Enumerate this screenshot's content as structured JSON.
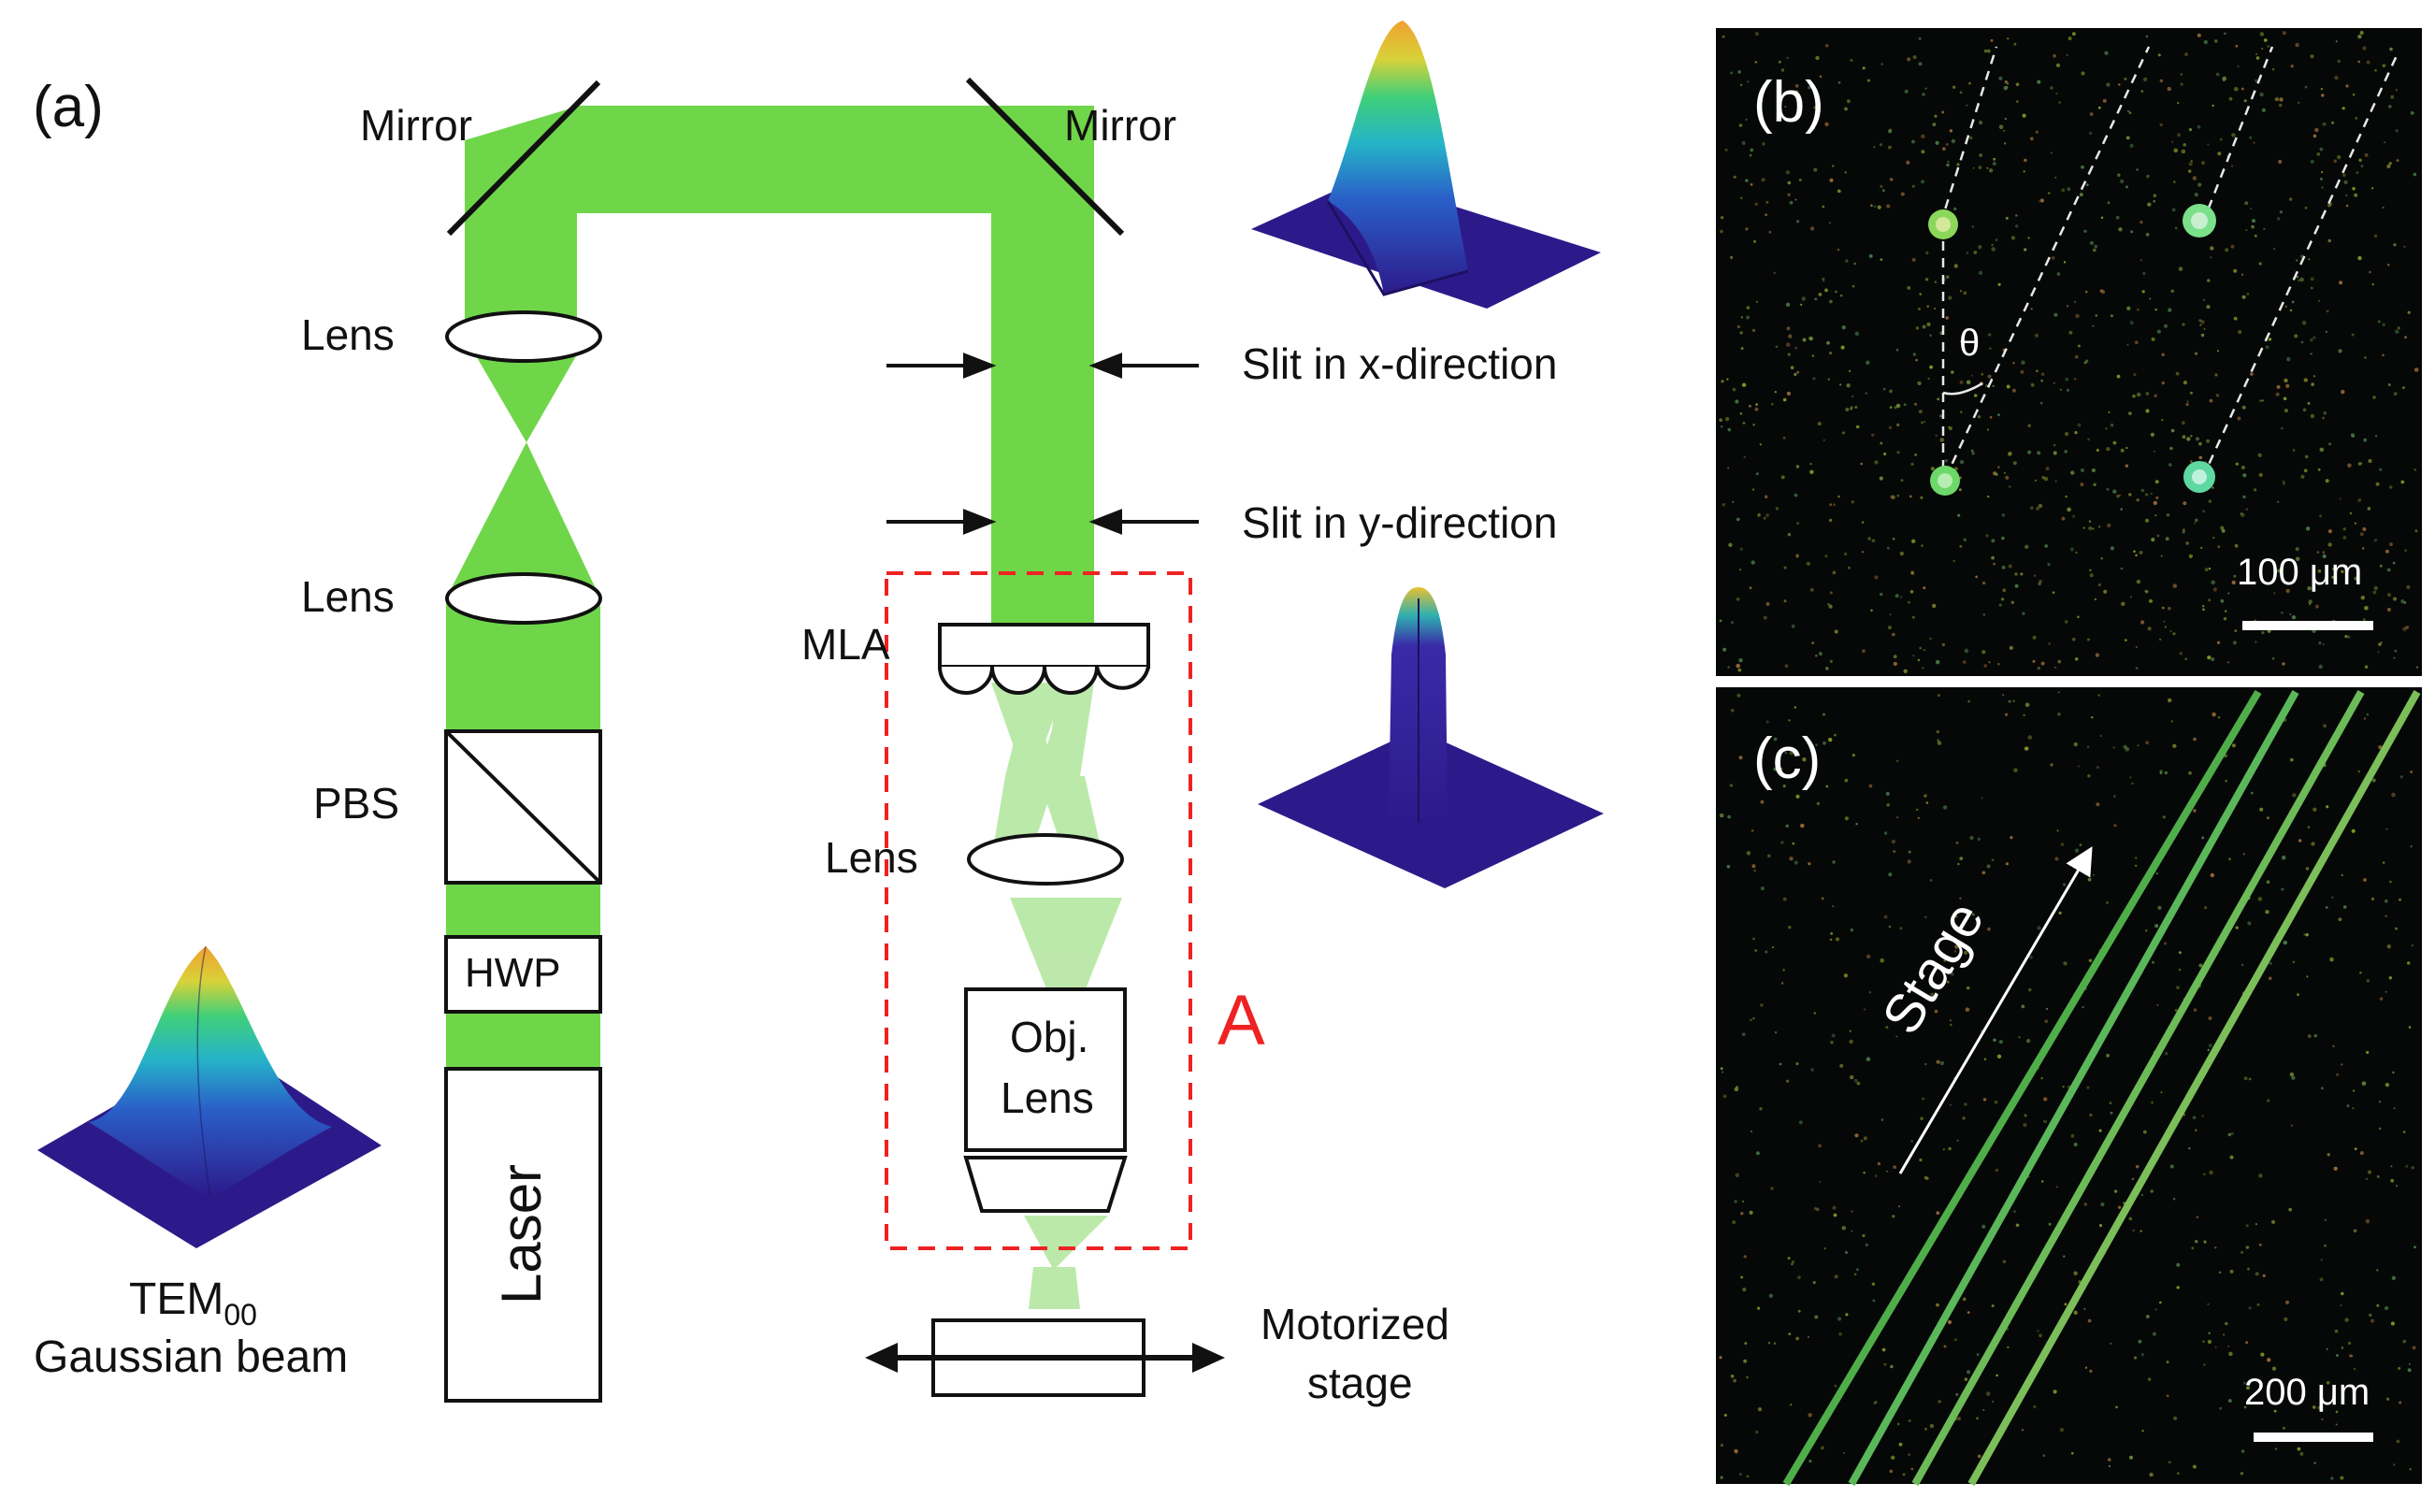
{
  "panel_a": {
    "label": "(a)",
    "mirror_left": "Mirror",
    "mirror_right": "Mirror",
    "lens_top": "Lens",
    "lens_mid": "Lens",
    "pbs": "PBS",
    "hwp": "HWP",
    "laser": "Laser",
    "tem_main": "TEM",
    "tem_sub": "00",
    "gaussian": "Gaussian beam",
    "slit_x": "Slit in x-direction",
    "slit_y": "Slit in y-direction",
    "mla": "MLA",
    "lens_a": "Lens",
    "obj_line1": "Obj.",
    "obj_line2": "Lens",
    "region_a": "A",
    "stage_line1": "Motorized",
    "stage_line2": "stage"
  },
  "panel_b": {
    "label": "(b)",
    "theta": "θ",
    "scale": "100 μm"
  },
  "panel_c": {
    "label": "(c)",
    "stage_arrow": "Stage",
    "scale": "200 μm"
  },
  "colors": {
    "beam": "#6fd64a",
    "beam_light": "#b8e8a6",
    "region_outline": "#ee2222",
    "micro_bg": "#050806"
  }
}
